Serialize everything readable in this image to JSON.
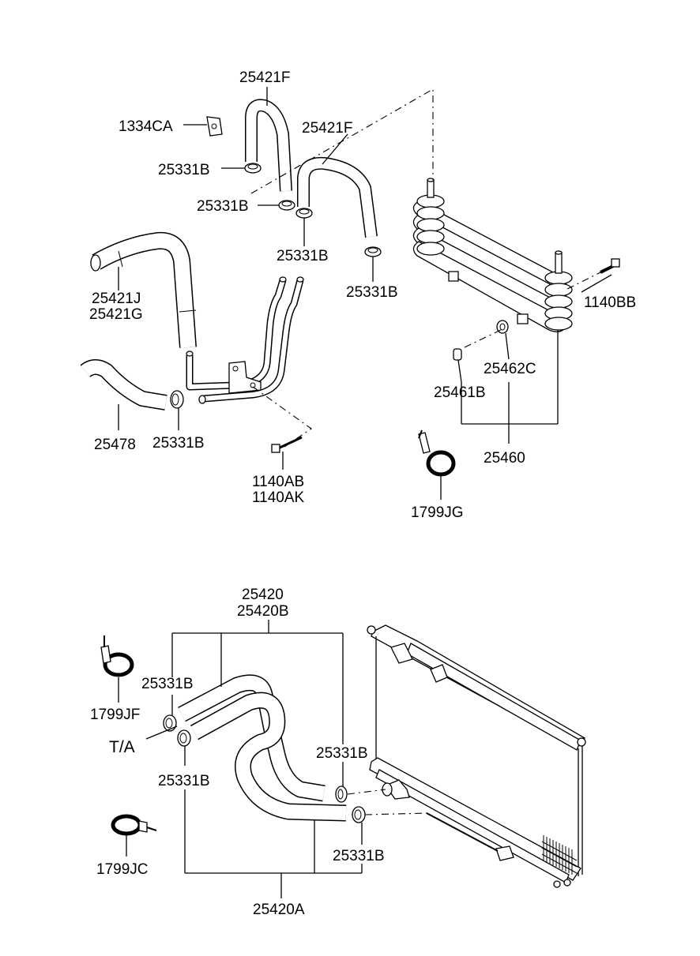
{
  "labels": {
    "p25421F_a": "25421F",
    "p1334CA": "1334CA",
    "p25421F_b": "25421F",
    "p25331B_1": "25331B",
    "p25331B_2": "25331B",
    "p25331B_3": "25331B",
    "p25331B_4": "25331B",
    "p25421J": "25421J",
    "p25421G": "25421G",
    "p1140BB": "1140BB",
    "p25462C": "25462C",
    "p25461B": "25461B",
    "p25478": "25478",
    "p25331B_5": "25331B",
    "p25460": "25460",
    "p1140AB": "1140AB",
    "p1140AK": "1140AK",
    "p1799JG": "1799JG",
    "p25420": "25420",
    "p25420B": "25420B",
    "p25331B_6": "25331B",
    "p1799JF": "1799JF",
    "pTA": "T/A",
    "p25331B_7": "25331B",
    "p25331B_8": "25331B",
    "p1799JC": "1799JC",
    "p25331B_9": "25331B",
    "p25420A": "25420A"
  }
}
